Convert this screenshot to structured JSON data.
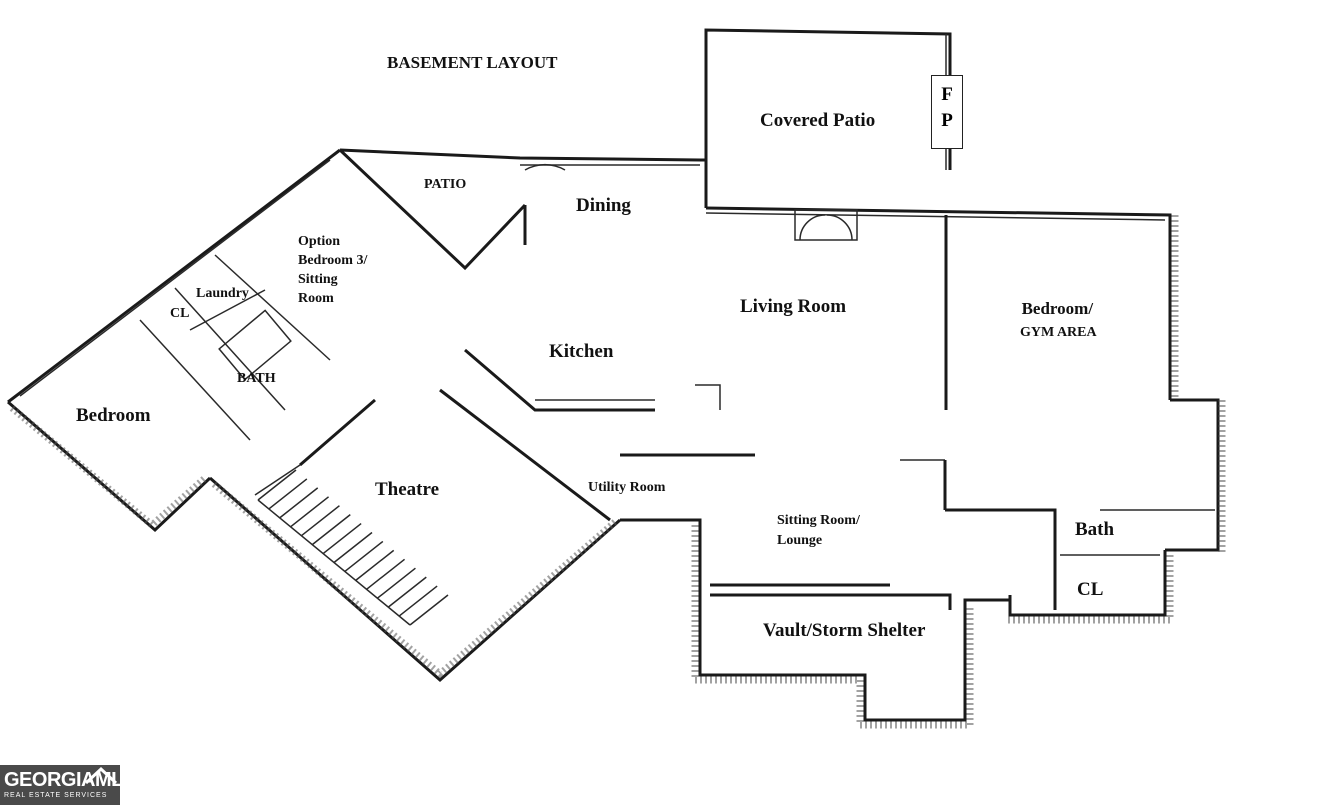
{
  "title": "BASEMENT LAYOUT",
  "rooms": {
    "covered_patio": "Covered Patio",
    "fp_f": "F",
    "fp_p": "P",
    "patio": "PATIO",
    "dining": "Dining",
    "option_bedroom_l1": "Option",
    "option_bedroom_l2": "Bedroom 3/",
    "option_bedroom_l3": "Sitting",
    "option_bedroom_l4": "Room",
    "laundry": "Laundry",
    "cl_left": "CL",
    "bath_left": "BATH",
    "bedroom_left": "Bedroom",
    "living_room": "Living Room",
    "kitchen": "Kitchen",
    "bedroom_gym_l1": "Bedroom/",
    "bedroom_gym_l2": "GYM AREA",
    "theatre": "Theatre",
    "utility_room": "Utility Room",
    "sitting_lounge_l1": "Sitting Room/",
    "sitting_lounge_l2": "Lounge",
    "bath_right": "Bath",
    "cl_right": "CL",
    "vault": "Vault/Storm Shelter"
  },
  "logo": {
    "brand": "GEORGIAMLS",
    "sub": "REAL ESTATE SERVICES"
  }
}
